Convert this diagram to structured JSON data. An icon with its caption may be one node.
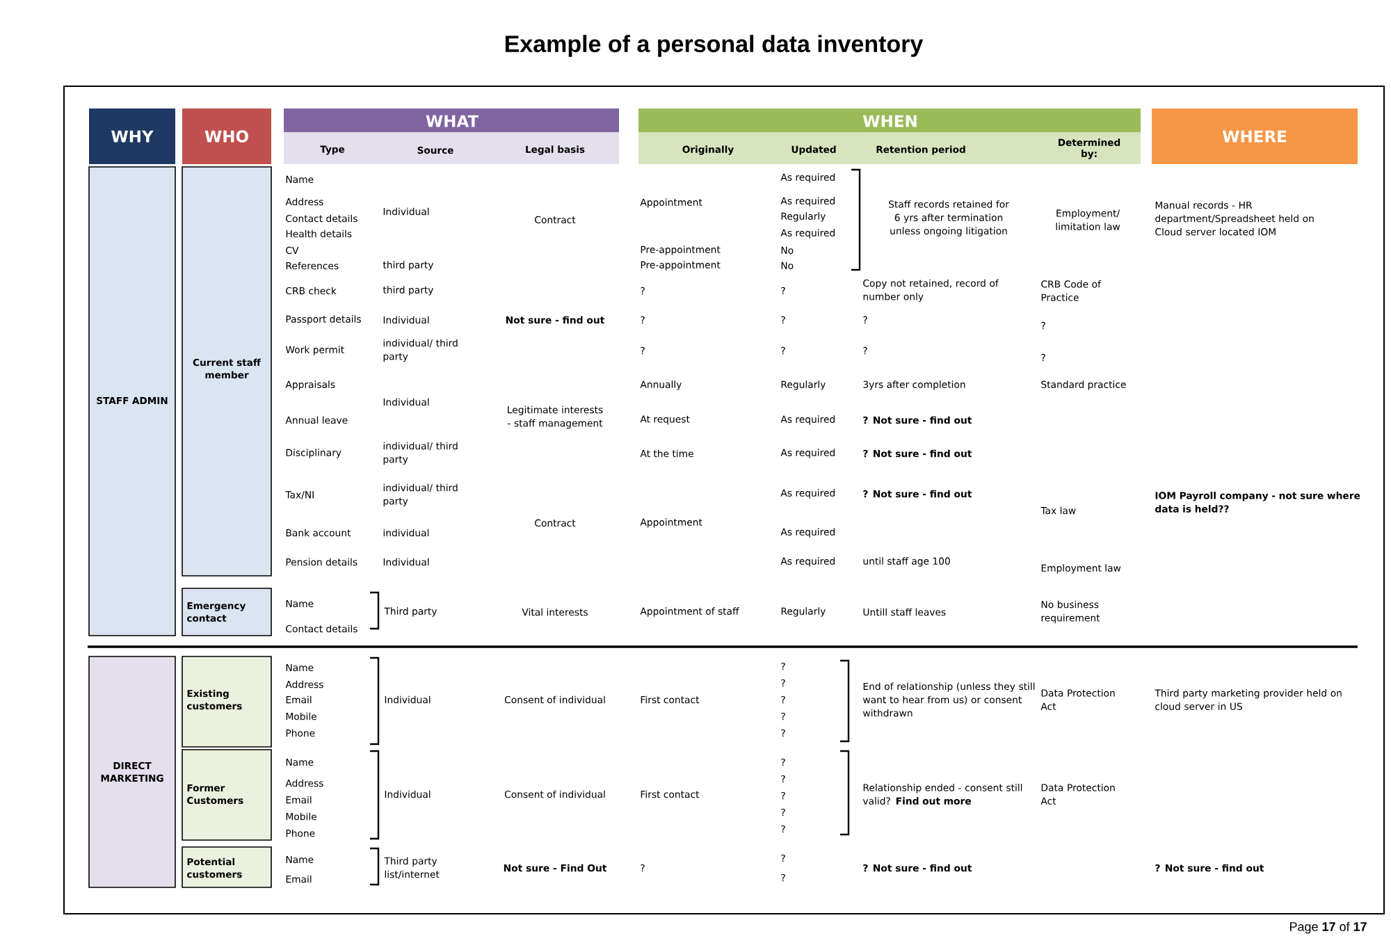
{
  "diagram": {
    "title": "Example of a personal data inventory",
    "nodes": [
      {
        "text": [
          "WHY"
        ]
      },
      {
        "text": [
          "WHO"
        ]
      },
      {
        "text": [
          "WHAT",
          "Type",
          "Source",
          "Legal basis"
        ]
      },
      {
        "text": [
          "WHEN",
          "Originally",
          "Updated",
          "Retention period",
          "Determined by:"
        ]
      },
      {
        "text": [
          "WHERE"
        ]
      },
      {
        "text": [
          "STAFF ADMIN"
        ]
      },
      {
        "text": [
          "Current staff member"
        ]
      },
      {
        "text": [
          "Emergency contact"
        ]
      },
      {
        "text": [
          "DIRECT MARKETING"
        ]
      },
      {
        "text": [
          "Existing customers"
        ]
      },
      {
        "text": [
          "Former Customers"
        ]
      },
      {
        "text": [
          "Potential customers"
        ]
      }
    ],
    "labels": [
      "Name",
      "Address",
      "Contact details",
      "Health details",
      "CV",
      "References",
      "Individual",
      "third party",
      "Contract",
      "Appointment",
      "Pre-appointment",
      "Pre-appointment",
      "As required",
      "As required",
      "Regularly",
      "As required",
      "No",
      "No",
      "Staff records retained for 6 yrs after termination unless ongoing litigation",
      "Employment/ limitation law",
      "Manual records - HR department/Spreadsheet held on Cloud server located IOM",
      "CRB check",
      "third party",
      "?",
      "?",
      "Copy not retained, record of number only",
      "CRB Code of Practice",
      "Passport details",
      "Individual",
      "Not sure - find out",
      "?",
      "?",
      "?",
      "?",
      "Work permit",
      "individual/ third party",
      "?",
      "?",
      "?",
      "?",
      "Appraisals",
      "Individual",
      "Annually",
      "Regularly",
      "3yrs after completion",
      "Standard practice",
      "Annual leave",
      "Legitimate interests - staff management",
      "At request",
      "As required",
      "? Not sure - find out",
      "Disciplinary",
      "individual/ third party",
      "At the time",
      "As required",
      "? Not sure - find out",
      "Tax/NI",
      "individual/ third party",
      "As required",
      "? Not sure - find out",
      "Tax law",
      "IOM Payroll company - not sure where data is held??",
      "Contract",
      "Appointment",
      "Bank account",
      "individual",
      "As required",
      "Pension details",
      "Individual",
      "As required",
      "until staff age 100",
      "Employment law",
      "Name",
      "Contact details",
      "Third party",
      "Vital interests",
      "Appointment of staff",
      "Regularly",
      "Untill staff leaves",
      "No business requirement",
      "Name",
      "Address",
      "Email",
      "Mobile",
      "Phone",
      "Individual",
      "Consent of individual",
      "First contact",
      "?",
      "?",
      "?",
      "?",
      "?",
      "End of relationship (unless they still want to hear from us) or consent withdrawn",
      "Data Protection Act",
      "Third party marketing provider held on cloud server in US",
      "Name",
      "Address",
      "Email",
      "Mobile",
      "Phone",
      "Individual",
      "Consent of individual",
      "First contact",
      "?",
      "?",
      "?",
      "?",
      "?",
      "Relationship ended - consent still valid?  **Find out more**",
      "Data Protection Act",
      "Name",
      "Email",
      "Third party list/internet",
      "Not sure - Find Out",
      "?",
      "?",
      "?",
      "? Not sure - find out",
      "? Not sure - find out",
      "Page **17** of **17**"
    ]
  }
}
